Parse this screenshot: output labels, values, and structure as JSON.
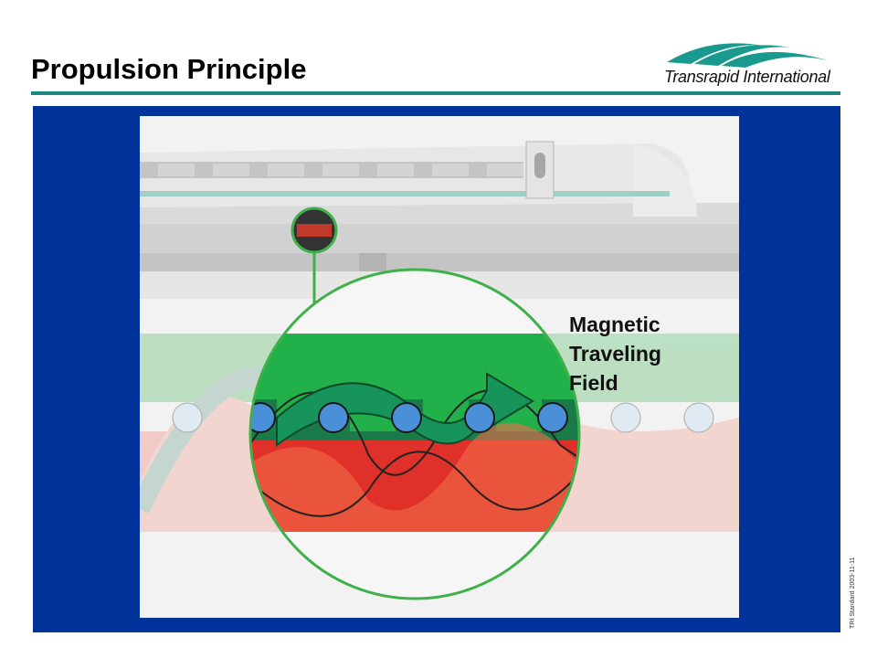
{
  "slide": {
    "title": "Propulsion Principle"
  },
  "logo": {
    "text": "Transrapid International"
  },
  "figure": {
    "label_lines": [
      "Magnetic",
      "Traveling",
      "Field"
    ]
  },
  "footer": {
    "side_note": "TRI Standard 2003-11-11"
  },
  "colors": {
    "rule": "#1a8a80",
    "panel": "#003399",
    "green": "#22b04a",
    "red": "#e0302a",
    "conductor": "#4a90d9"
  }
}
